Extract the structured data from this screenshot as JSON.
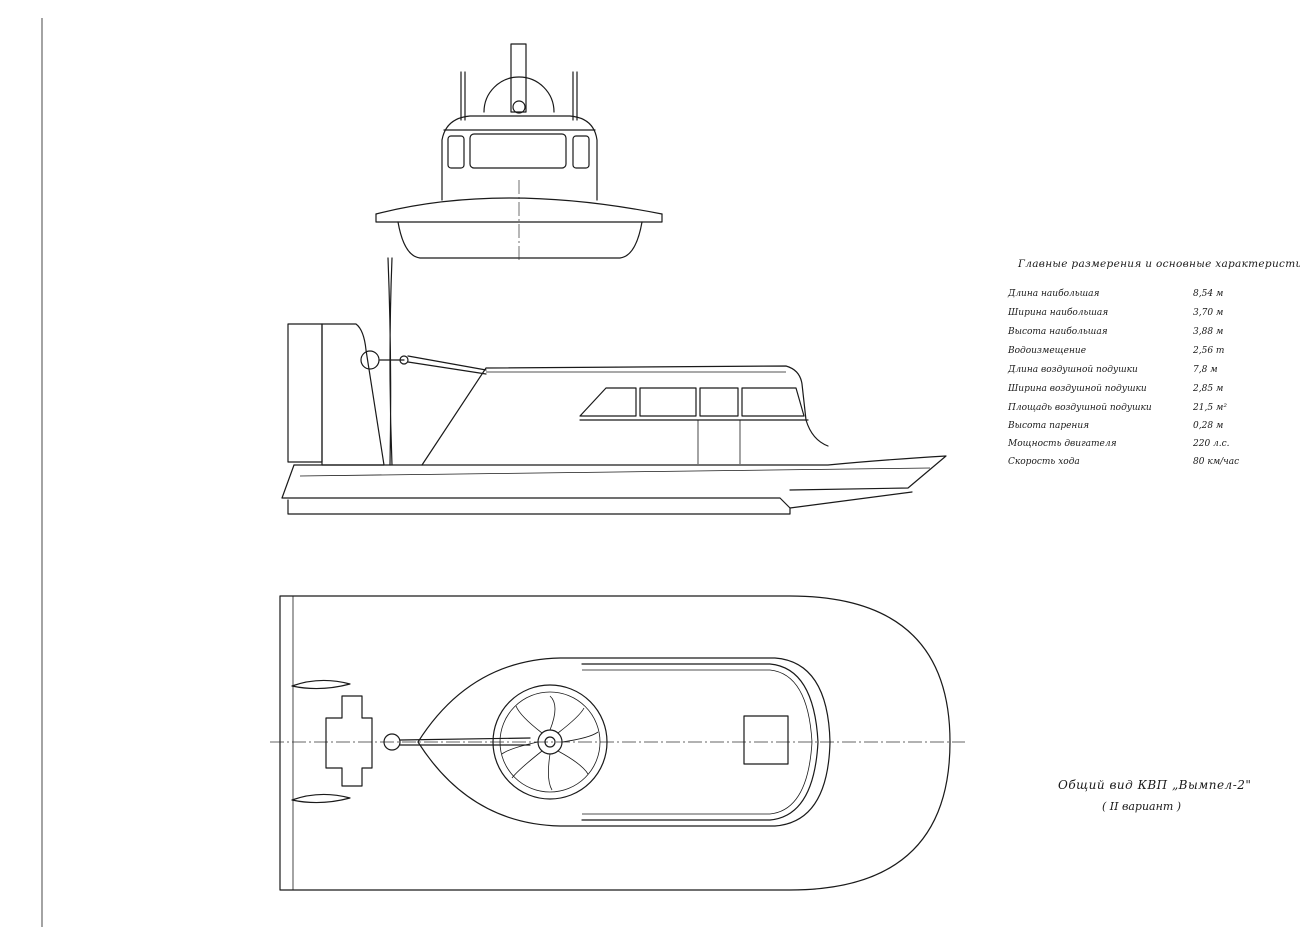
{
  "spec_table": {
    "title": "Главные размерения и основные характеристики",
    "rows": [
      {
        "label": "Длина наибольшая",
        "value": "8,54 м"
      },
      {
        "label": "Ширина наибольшая",
        "value": "3,70 м"
      },
      {
        "label": "Высота наибольшая",
        "value": "3,88 м"
      },
      {
        "label": "Водоизмещение",
        "value": "2,56 т"
      },
      {
        "label": "Длина воздушной подушки",
        "value": "7,8 м"
      },
      {
        "label": "Ширина воздушной подушки",
        "value": "2,85 м"
      },
      {
        "label": "Площадь воздушной подушки",
        "value": "21,5 м²"
      },
      {
        "label": "Высота парения",
        "value": "0,28 м"
      },
      {
        "label": "Мощность двигателя",
        "value": "220 л.с."
      },
      {
        "label": "Скорость хода",
        "value": "80 км/час"
      }
    ]
  },
  "caption": {
    "title": "Общий вид КВП „Вымпел-2\"",
    "variant": "( II вариант )"
  },
  "colors": {
    "paper": "#ffffff",
    "ink": "#1a1a1a"
  }
}
